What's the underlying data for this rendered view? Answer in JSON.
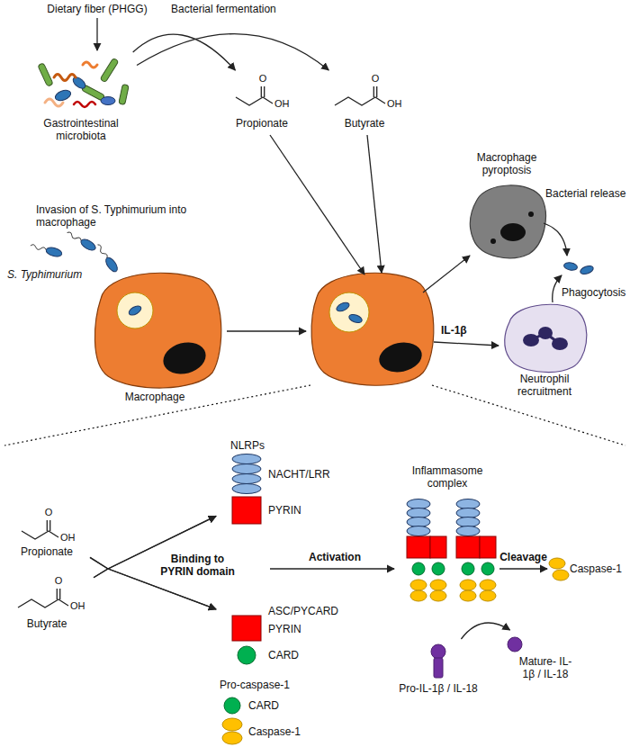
{
  "diagram": {
    "nodes": [
      {
        "text": [
          "Gastrointestinal microbiota"
        ]
      },
      {
        "text": [
          "Propionate"
        ]
      },
      {
        "text": [
          "Butyrate"
        ]
      },
      {
        "text": [
          "Macrophage"
        ]
      },
      {
        "text": [
          "Macrophage pyroptosis"
        ]
      },
      {
        "text": [
          "Neutrophil recruitment"
        ]
      },
      {
        "text": [
          "Propionate"
        ]
      },
      {
        "text": [
          "Butyrate"
        ]
      },
      {
        "text": [
          "NLRPs",
          "NACHT/LRR",
          "PYRIN"
        ]
      },
      {
        "text": [
          "ASC/PYCARD",
          "PYRIN",
          "CARD"
        ]
      },
      {
        "text": [
          "Pro-caspase-1",
          "CARD",
          "Caspase-1"
        ]
      },
      {
        "text": [
          "Inflammasome complex"
        ]
      },
      {
        "text": [
          "Caspase-1"
        ]
      },
      {
        "text": [
          "Pro-IL-1β / IL-18"
        ]
      },
      {
        "text": [
          "Mature- IL-1β / IL-18"
        ]
      }
    ],
    "edges": [
      {
        "from": 0,
        "to": 1,
        "arrow": "to"
      },
      {
        "from": 0,
        "to": 2,
        "arrow": "to"
      },
      {
        "from": 6,
        "to": 8,
        "arrow": "to"
      },
      {
        "from": 6,
        "to": 9,
        "arrow": "to"
      },
      {
        "from": 7,
        "to": 8,
        "arrow": "to"
      },
      {
        "from": 7,
        "to": 9,
        "arrow": "to"
      },
      {
        "from": 11,
        "to": 12,
        "label": "Cleavage",
        "arrow": "to"
      },
      {
        "from": 13,
        "to": 14,
        "arrow": "to"
      }
    ],
    "labels": [
      "Dietary fiber (PHGG)",
      "Bacterial fermentation",
      "O",
      "OH",
      "O",
      "OH",
      "Invasion of S. Typhimurium into macrophage",
      "S. Typhimurium",
      "Bacterial release",
      "Phagocytosis",
      "IL-1β",
      "O",
      "OH",
      "O",
      "OH",
      "Binding to PYRIN domain",
      "Activation"
    ]
  }
}
